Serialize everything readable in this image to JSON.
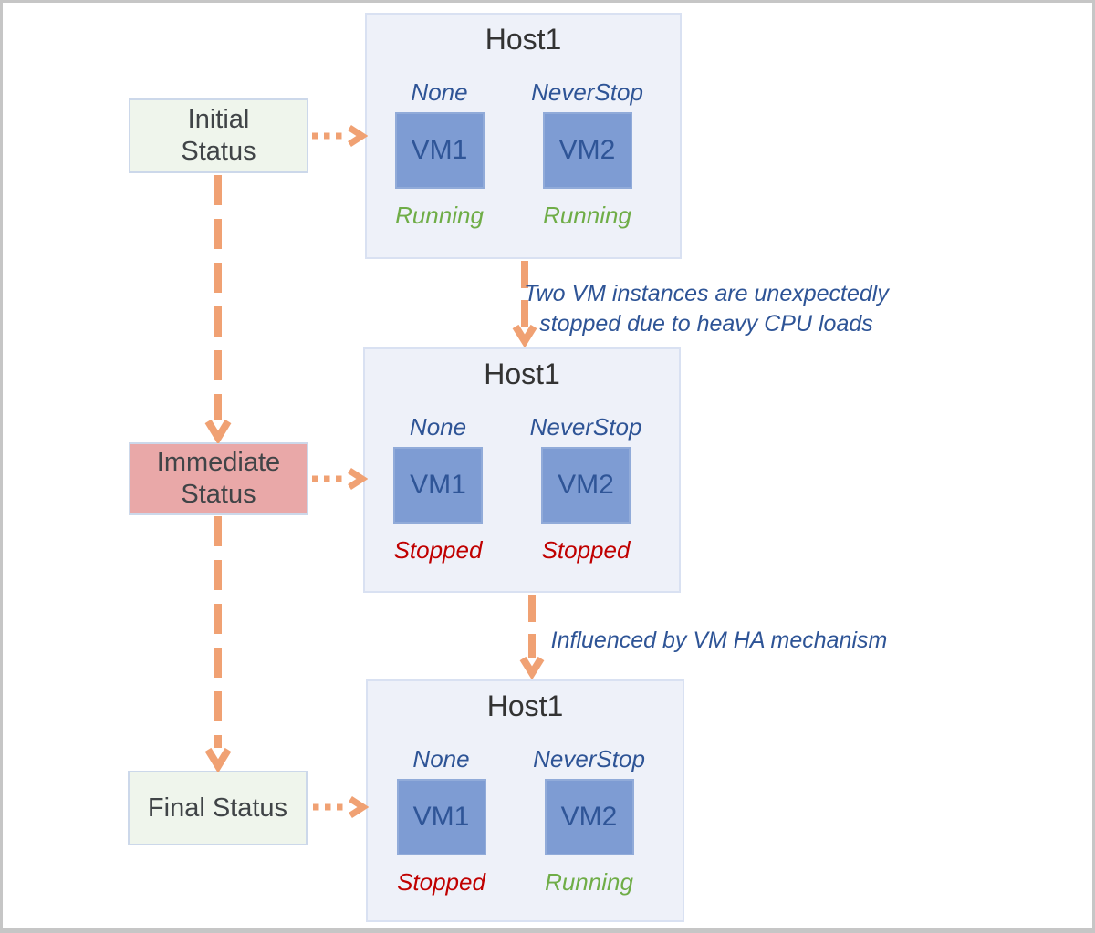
{
  "theme": {
    "page-bg": "#ffffff",
    "page-border": "#c6c6c6",
    "host-bg": "#eef1f9",
    "host-border": "#d9e1f2",
    "vm-bg": "#7e9cd3",
    "vm-border": "#91abd9",
    "vm-text": "#2f5597",
    "policy-text": "#2e5496",
    "state-running": "#6fad47",
    "state-stopped": "#c00000",
    "stage-green-bg": "#eff5ec",
    "stage-pink-bg": "#e9a8a8",
    "stage-border": "#ccd8ea",
    "stage-text": "#404447",
    "arrow": "#f0a173",
    "annotation": "#2e5496",
    "host-title": "#333333"
  },
  "stages": [
    {
      "label": "Initial Status",
      "lines": [
        "Initial",
        "Status"
      ]
    },
    {
      "label": "Immediate Status",
      "lines": [
        "Immediate",
        "Status"
      ]
    },
    {
      "label": "Final Status",
      "lines": [
        "Final Status"
      ]
    }
  ],
  "hosts": [
    {
      "title": "Host1",
      "vms": [
        {
          "policy": "None",
          "name": "VM1",
          "state": "Running",
          "state_class": "running"
        },
        {
          "policy": "NeverStop",
          "name": "VM2",
          "state": "Running",
          "state_class": "running"
        }
      ]
    },
    {
      "title": "Host1",
      "vms": [
        {
          "policy": "None",
          "name": "VM1",
          "state": "Stopped",
          "state_class": "stopped"
        },
        {
          "policy": "NeverStop",
          "name": "VM2",
          "state": "Stopped",
          "state_class": "stopped"
        }
      ]
    },
    {
      "title": "Host1",
      "vms": [
        {
          "policy": "None",
          "name": "VM1",
          "state": "Stopped",
          "state_class": "stopped"
        },
        {
          "policy": "NeverStop",
          "name": "VM2",
          "state": "Running",
          "state_class": "running"
        }
      ]
    }
  ],
  "annotations": [
    {
      "lines": [
        "Two VM instances are unexpectedly",
        "stopped due to heavy CPU loads"
      ]
    },
    {
      "lines": [
        "Influenced by VM HA mechanism"
      ]
    }
  ]
}
